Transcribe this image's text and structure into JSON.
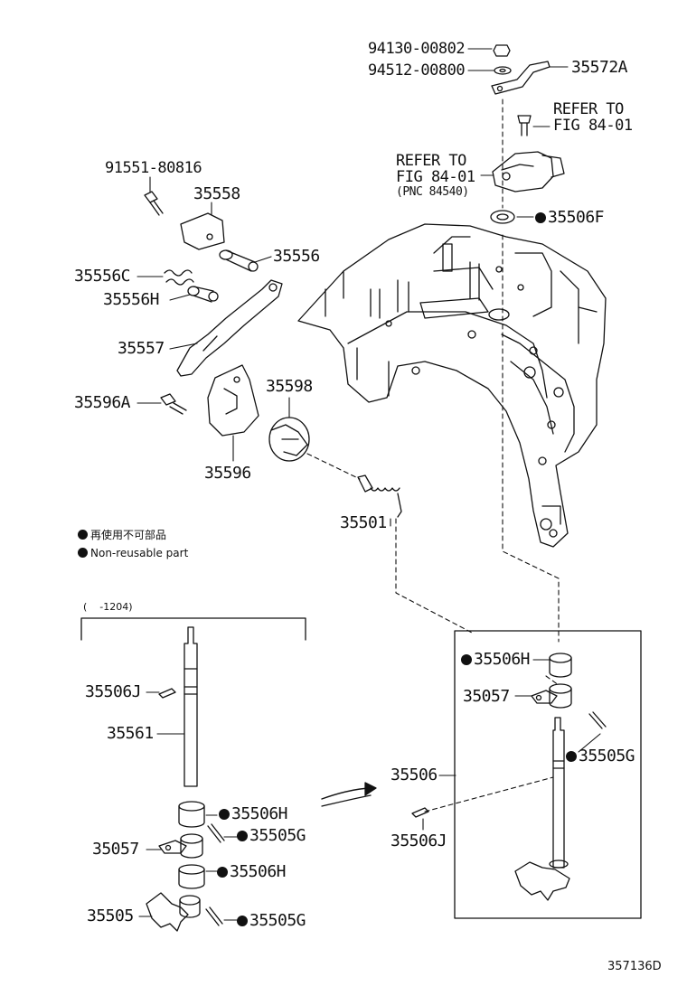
{
  "labels": {
    "p94130": "94130-00802",
    "p94512": "94512-00800",
    "p35572A": "35572A",
    "refer1_line1": "REFER TO",
    "refer1_line2": "FIG 84-01",
    "refer2_line1": "REFER TO",
    "refer2_line2": "FIG 84-01",
    "refer2_line3": "(PNC 84540)",
    "p91551": "91551-80816",
    "p35558": "35558",
    "p35556": "35556",
    "p35556C": "35556C",
    "p35556H": "35556H",
    "p35557": "35557",
    "p35506F": "35506F",
    "p35596A": "35596A",
    "p35598": "35598",
    "p35596": "35596",
    "p35501": "35501",
    "left_35506J": "35506J",
    "left_35561": "35561",
    "left_35506H_a": "35506H",
    "left_35505G_a": "35505G",
    "left_35057": "35057",
    "left_35506H_b": "35506H",
    "left_35505": "35505",
    "left_35505G_b": "35505G",
    "right_35506H": "35506H",
    "right_35057": "35057",
    "right_35505G": "35505G",
    "right_35506": "35506",
    "right_35506J": "35506J"
  },
  "legend": {
    "jp": "再使用不可部品",
    "en": "Non-reusable part"
  },
  "date_range": "(    -1204)",
  "figure_id": "357136D",
  "colors": {
    "ink": "#111111",
    "paper": "#ffffff"
  }
}
